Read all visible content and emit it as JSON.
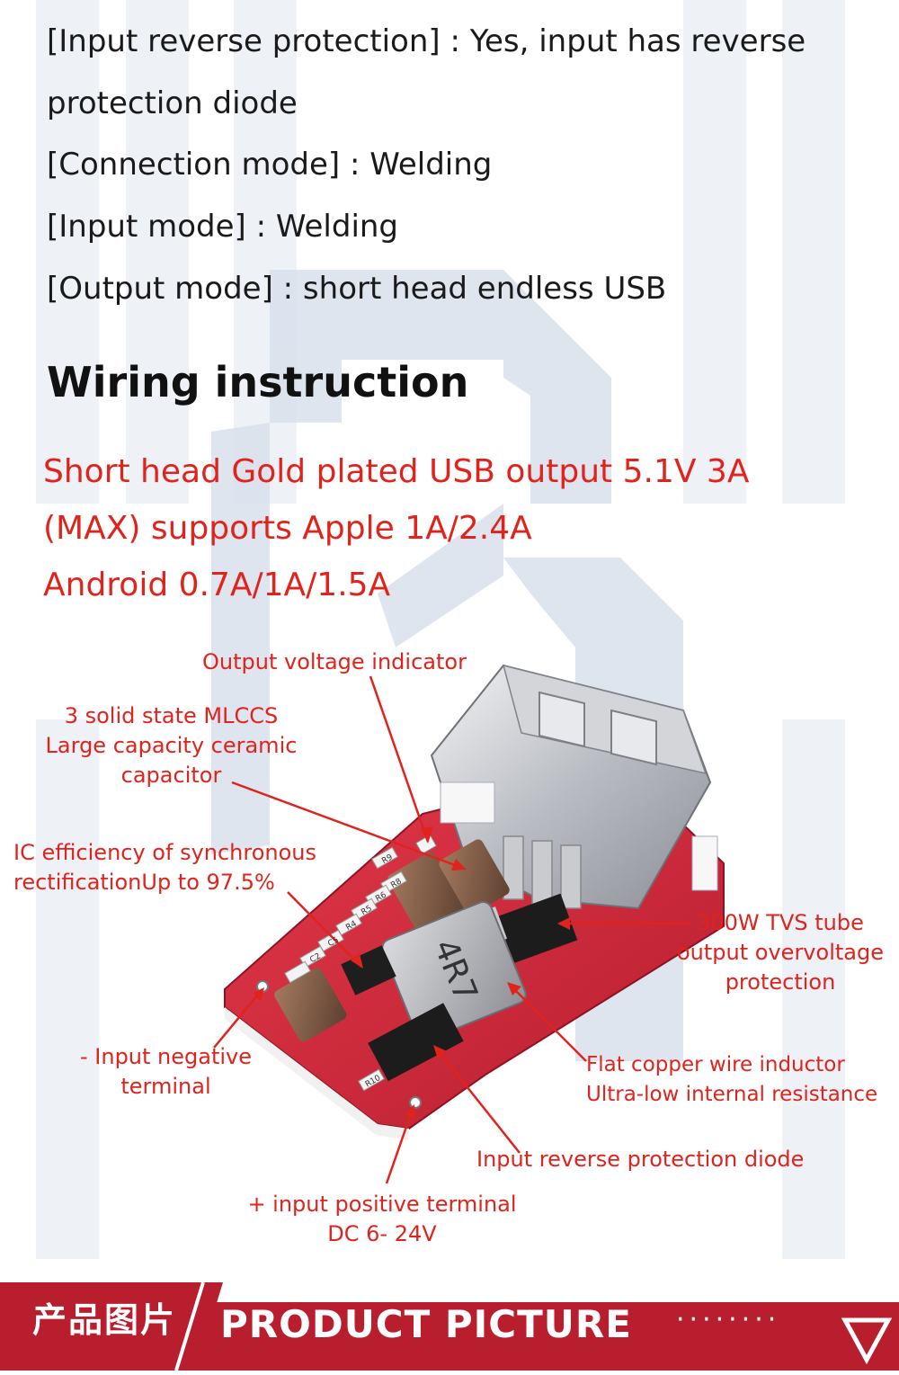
{
  "specs": [
    "[Input reverse protection] : Yes, input has reverse",
    "protection diode",
    "[Connection mode] : Welding",
    "[Input mode] : Welding",
    "[Output mode] : short head endless USB"
  ],
  "section_title": "Wiring instruction",
  "highlight": [
    "Short head Gold plated USB output 5.1V 3A",
    "(MAX) supports Apple 1A/2.4A",
    "Android 0.7A/1A/1.5A"
  ],
  "labels": {
    "output_indicator": "Output voltage indicator",
    "mlcc": [
      "3 solid state MLCCS",
      "Large capacity ceramic",
      "capacitor"
    ],
    "ic": [
      "IC efficiency of synchronous",
      "rectificationUp to 97.5%"
    ],
    "tvs": [
      "300W TVS tube",
      "output overvoltage",
      "protection"
    ],
    "neg": [
      "- Input negative",
      "terminal"
    ],
    "inductor": [
      "Flat copper wire inductor",
      "Ultra-low internal resistance"
    ],
    "diode": "Input reverse protection diode",
    "pos": [
      "+ input positive terminal",
      "DC 6- 24V"
    ]
  },
  "board": {
    "inductor_marking": "4R7",
    "pcb_marks": [
      "R9",
      "R8",
      "R6",
      "R5",
      "R4",
      "C5",
      "C2",
      "R10"
    ]
  },
  "footer": {
    "cn": "产品图片",
    "en": "PRODUCT PICTURE",
    "dots": "········"
  },
  "colors": {
    "accent_red": "#e0231c",
    "pcb_red": "#d8283a",
    "footer_red": "#b81e2d",
    "watermark": "#dde4ee"
  }
}
